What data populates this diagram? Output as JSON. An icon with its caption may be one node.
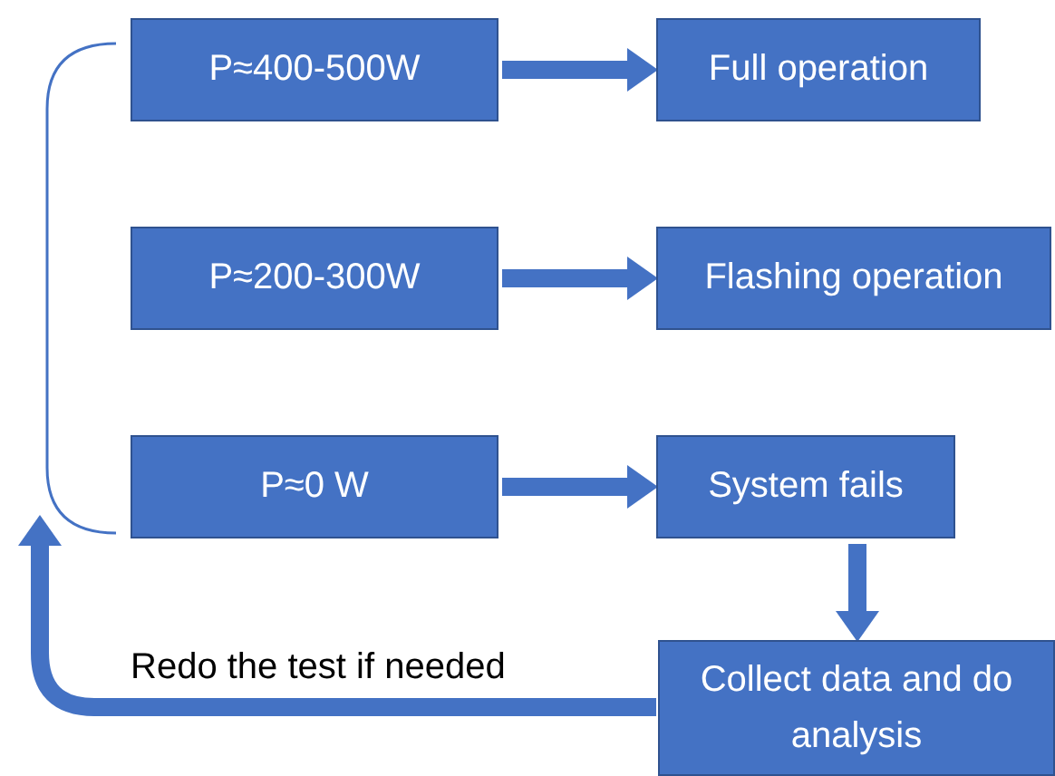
{
  "diagram": {
    "nodes": [
      {
        "text": [
          "P≈400-500W"
        ]
      },
      {
        "text": [
          "Full operation"
        ]
      },
      {
        "text": [
          "P≈200-300W"
        ]
      },
      {
        "text": [
          "Flashing operation"
        ]
      },
      {
        "text": [
          "P≈0 W"
        ]
      },
      {
        "text": [
          "System fails"
        ]
      },
      {
        "text": [
          "Collect data and do analysis"
        ]
      }
    ],
    "edges": [
      {
        "from": 0,
        "to": 1,
        "arrow": "to"
      },
      {
        "from": 2,
        "to": 3,
        "arrow": "to"
      },
      {
        "from": 4,
        "to": 5,
        "arrow": "to"
      },
      {
        "from": 5,
        "to": 6,
        "arrow": "to"
      },
      {
        "from": 6,
        "to": 4,
        "arrow": "to",
        "label": "Redo the test if needed"
      }
    ]
  }
}
